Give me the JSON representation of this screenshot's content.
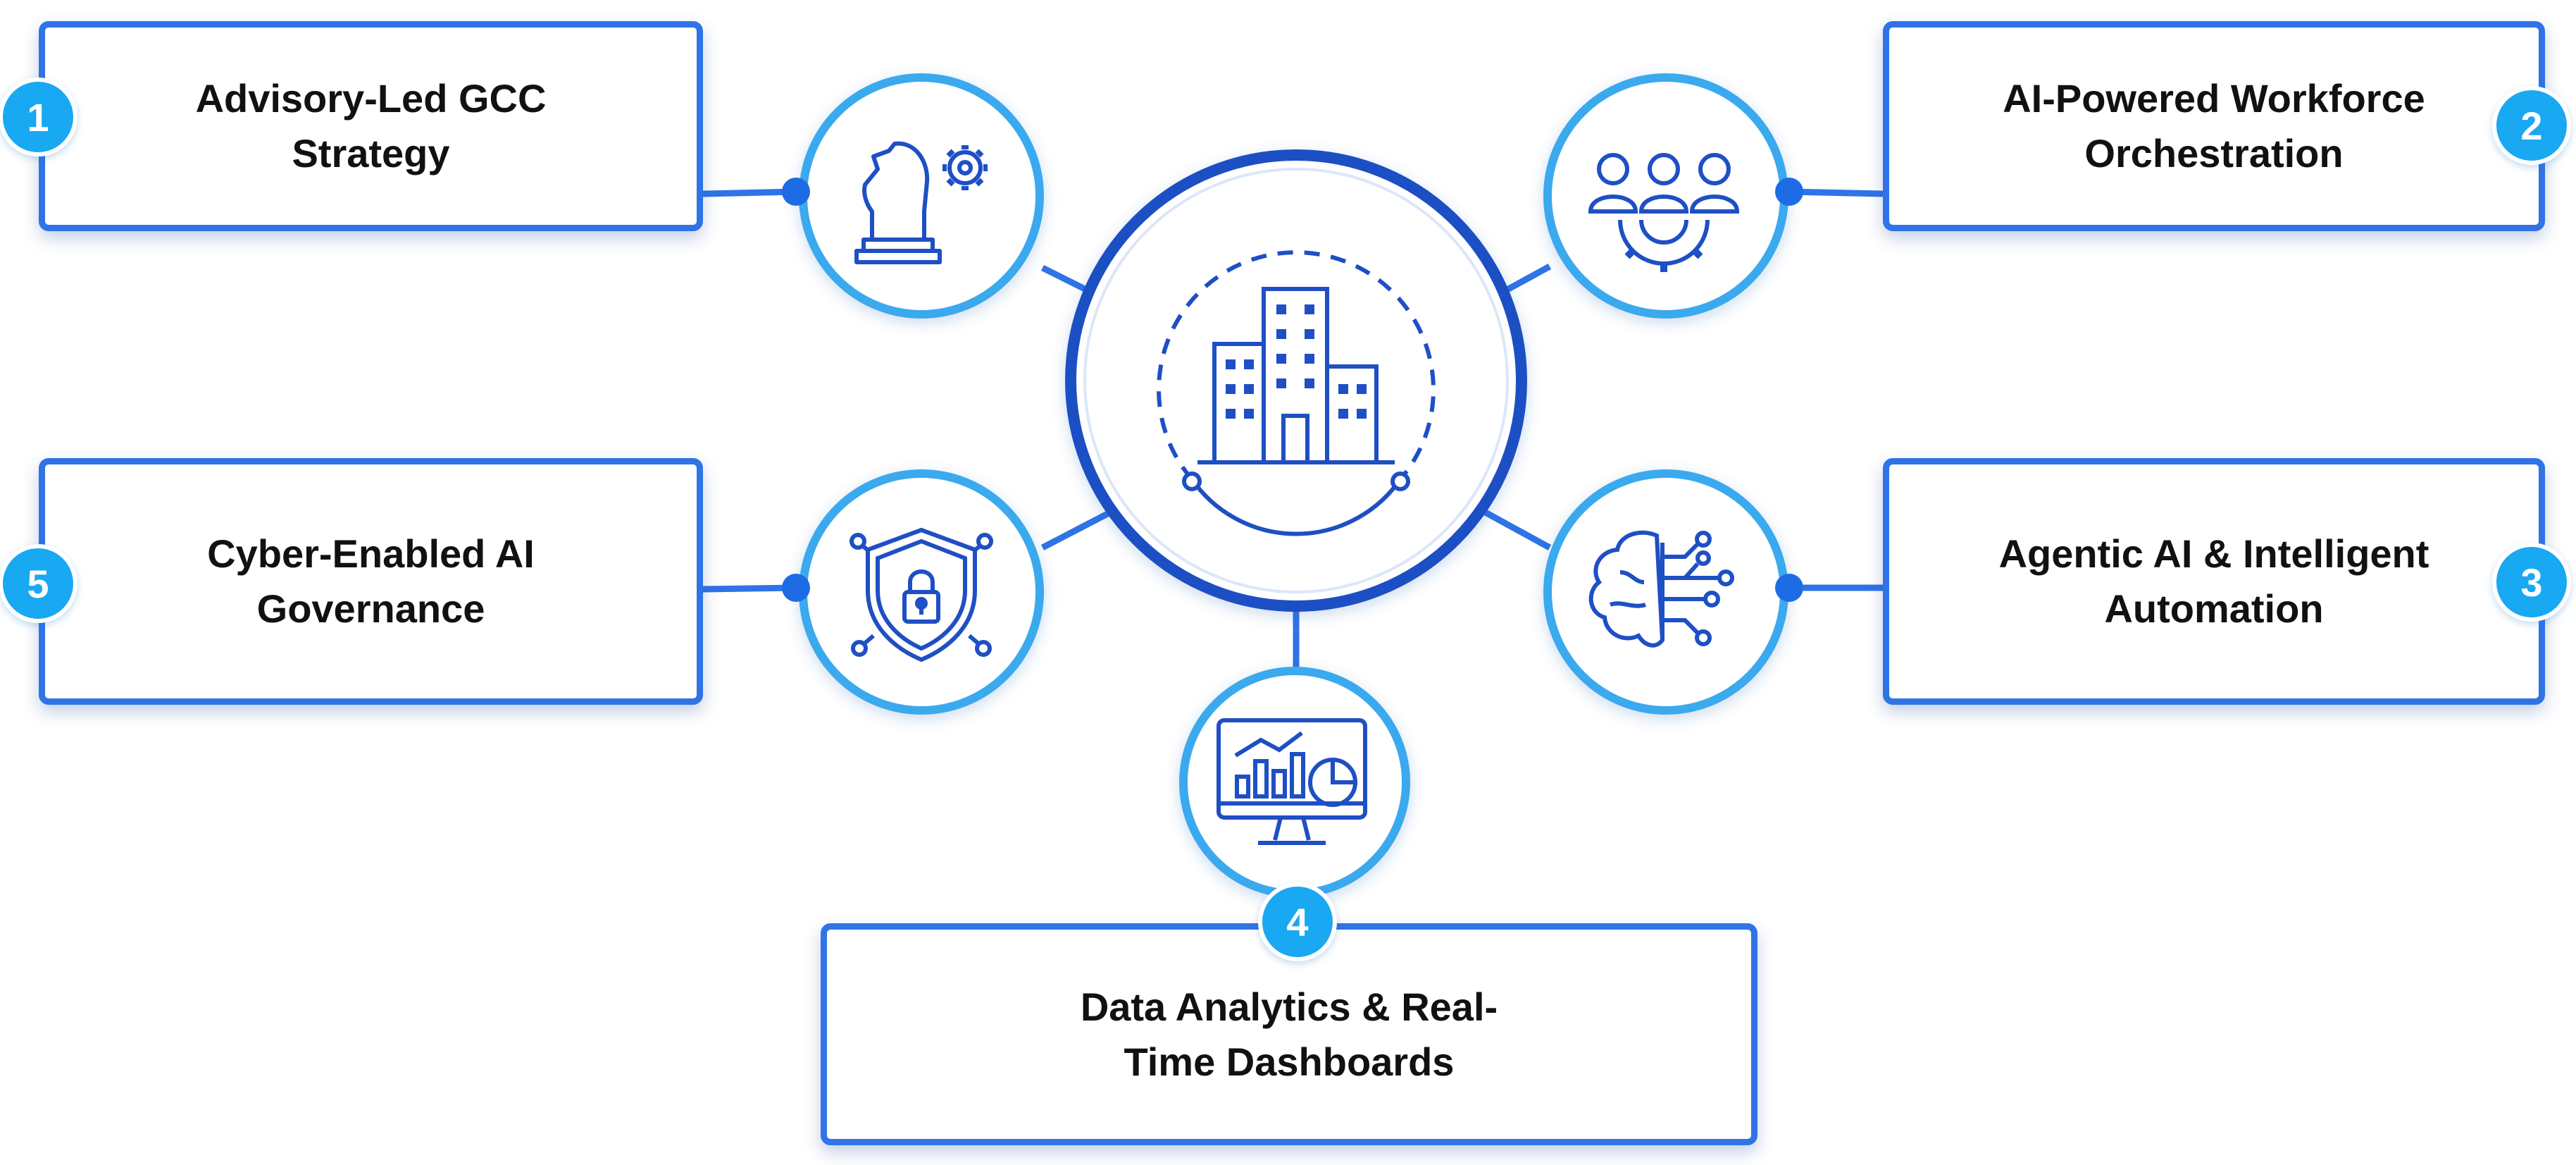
{
  "hub": {
    "icon": "office-buildings-icon"
  },
  "pillars": [
    {
      "number": "1",
      "line1": "Advisory-Led GCC",
      "line2": "Strategy",
      "icon": "chess-knight-gear-icon"
    },
    {
      "number": "2",
      "line1": "AI-Powered Workforce",
      "line2": "Orchestration",
      "icon": "team-gear-icon"
    },
    {
      "number": "3",
      "line1": "Agentic AI & Intelligent",
      "line2": "Automation",
      "icon": "brain-circuit-icon"
    },
    {
      "number": "4",
      "line1": "Data Analytics & Real-",
      "line2": "Time Dashboards",
      "icon": "monitor-analytics-icon"
    },
    {
      "number": "5",
      "line1": "Cyber-Enabled AI",
      "line2": "Governance",
      "icon": "shield-lock-icon"
    }
  ],
  "colors": {
    "primary": "#1e4fc4",
    "ring": "#3aa9ee",
    "box_border": "#2f73e6",
    "badge": "#19a8f2",
    "text": "#111111"
  }
}
